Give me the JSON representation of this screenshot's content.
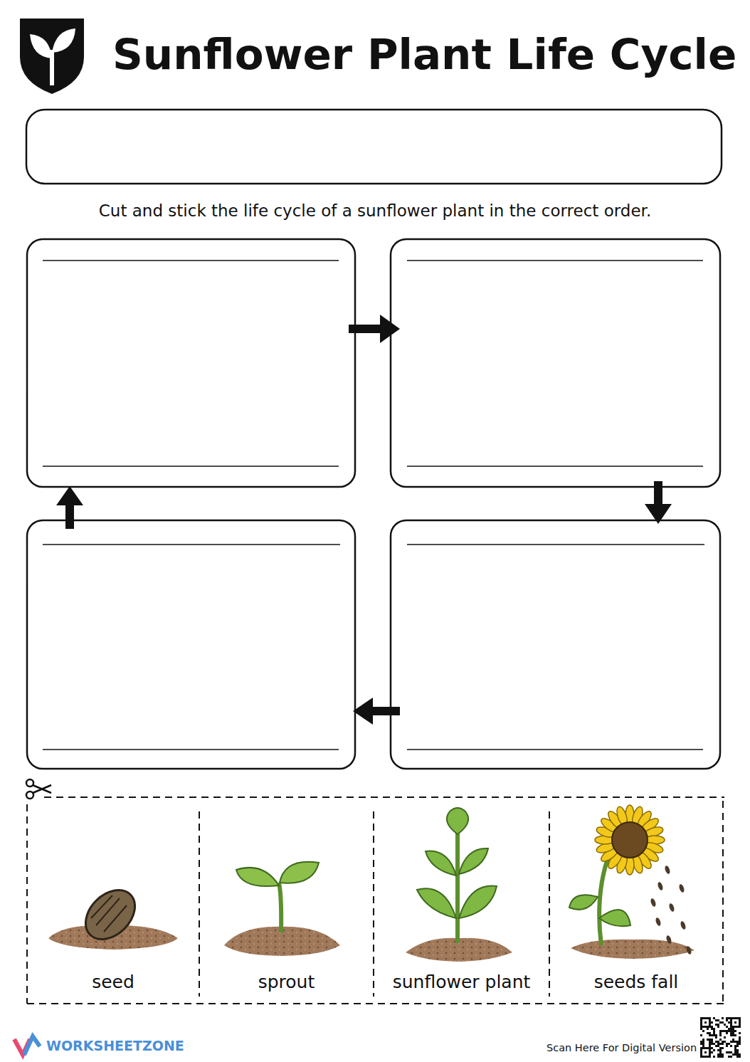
{
  "diagram": {
    "title": "Sunflower Plant Life Cycle",
    "nodes": [
      {
        "text": [
          "seed"
        ]
      },
      {
        "text": [
          "sprout"
        ]
      },
      {
        "text": [
          "sunflower plant"
        ]
      },
      {
        "text": [
          "seeds fall"
        ]
      }
    ],
    "labels": [
      "Cut and stick the life cycle of a sunflower plant in the correct order.",
      "WORKSHEETZONE",
      "Scan Here For Digital Version"
    ]
  }
}
